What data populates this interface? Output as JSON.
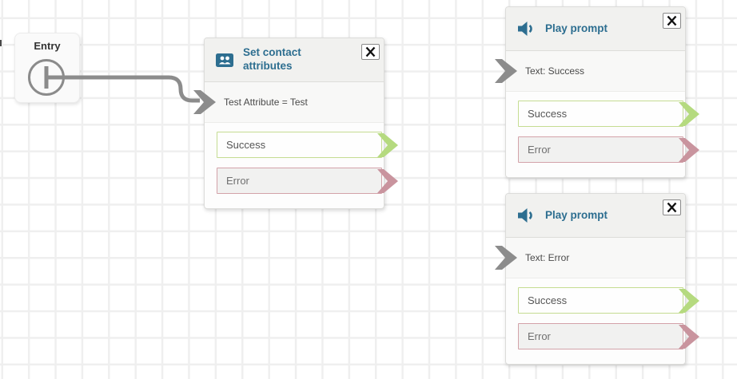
{
  "entry": {
    "label": "Entry"
  },
  "blocks": [
    {
      "title": "Set contact attributes",
      "icon": "contact-attributes-icon",
      "param": "Test Attribute = Test",
      "outputs": [
        {
          "label": "Success"
        },
        {
          "label": "Error"
        }
      ]
    },
    {
      "title": "Play prompt",
      "icon": "speaker-icon",
      "param": "Text: Success",
      "outputs": [
        {
          "label": "Success"
        },
        {
          "label": "Error"
        }
      ]
    },
    {
      "title": "Play prompt",
      "icon": "speaker-icon",
      "param": "Text: Error",
      "outputs": [
        {
          "label": "Success"
        },
        {
          "label": "Error"
        }
      ]
    }
  ],
  "colors": {
    "title_blue": "#2d6e90",
    "success_chevron": "#b5da7f",
    "success_border": "#c5dc92",
    "error_chevron": "#c9949e",
    "error_border": "#d3a2a9",
    "connector_gray": "#8c8c8c",
    "grid_line": "#efefef"
  }
}
